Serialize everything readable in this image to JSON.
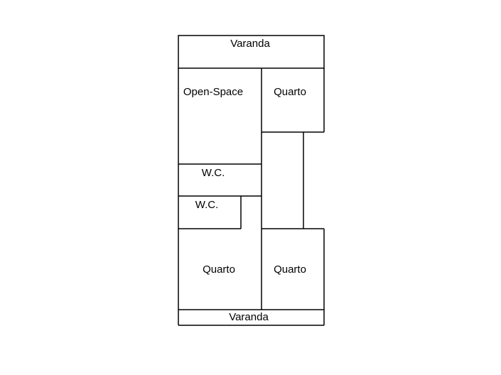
{
  "diagram": {
    "type": "floor-plan",
    "rooms": {
      "varanda_top": "Varanda",
      "open_space": "Open-Space",
      "quarto_top_right": "Quarto",
      "wc_1": "W.C.",
      "wc_2": "W.C.",
      "quarto_bottom_left": "Quarto",
      "quarto_bottom_right": "Quarto",
      "varanda_bottom": "Varanda"
    }
  }
}
